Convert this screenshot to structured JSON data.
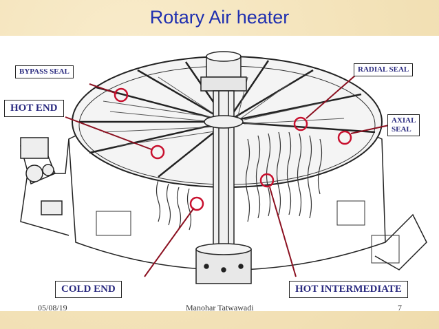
{
  "title": "Rotary Air heater",
  "labels": {
    "bypass_seal": "BYPASS SEAL",
    "radial_seal": "RADIAL SEAL",
    "hot_end": "HOT END",
    "axial_seal": "AXIAL\nSEAL",
    "cold_end": "COLD END",
    "hot_intermediate": "HOT INTERMEDIATE"
  },
  "footer": {
    "date": "05/08/19",
    "author": "Manohar Tatwawadi",
    "page": "7"
  },
  "colors": {
    "title": "#1f2fb0",
    "label_text": "#2b2b80",
    "leader": "#8b1020",
    "circle": "#c8102e",
    "background": "#f6e8c4"
  }
}
